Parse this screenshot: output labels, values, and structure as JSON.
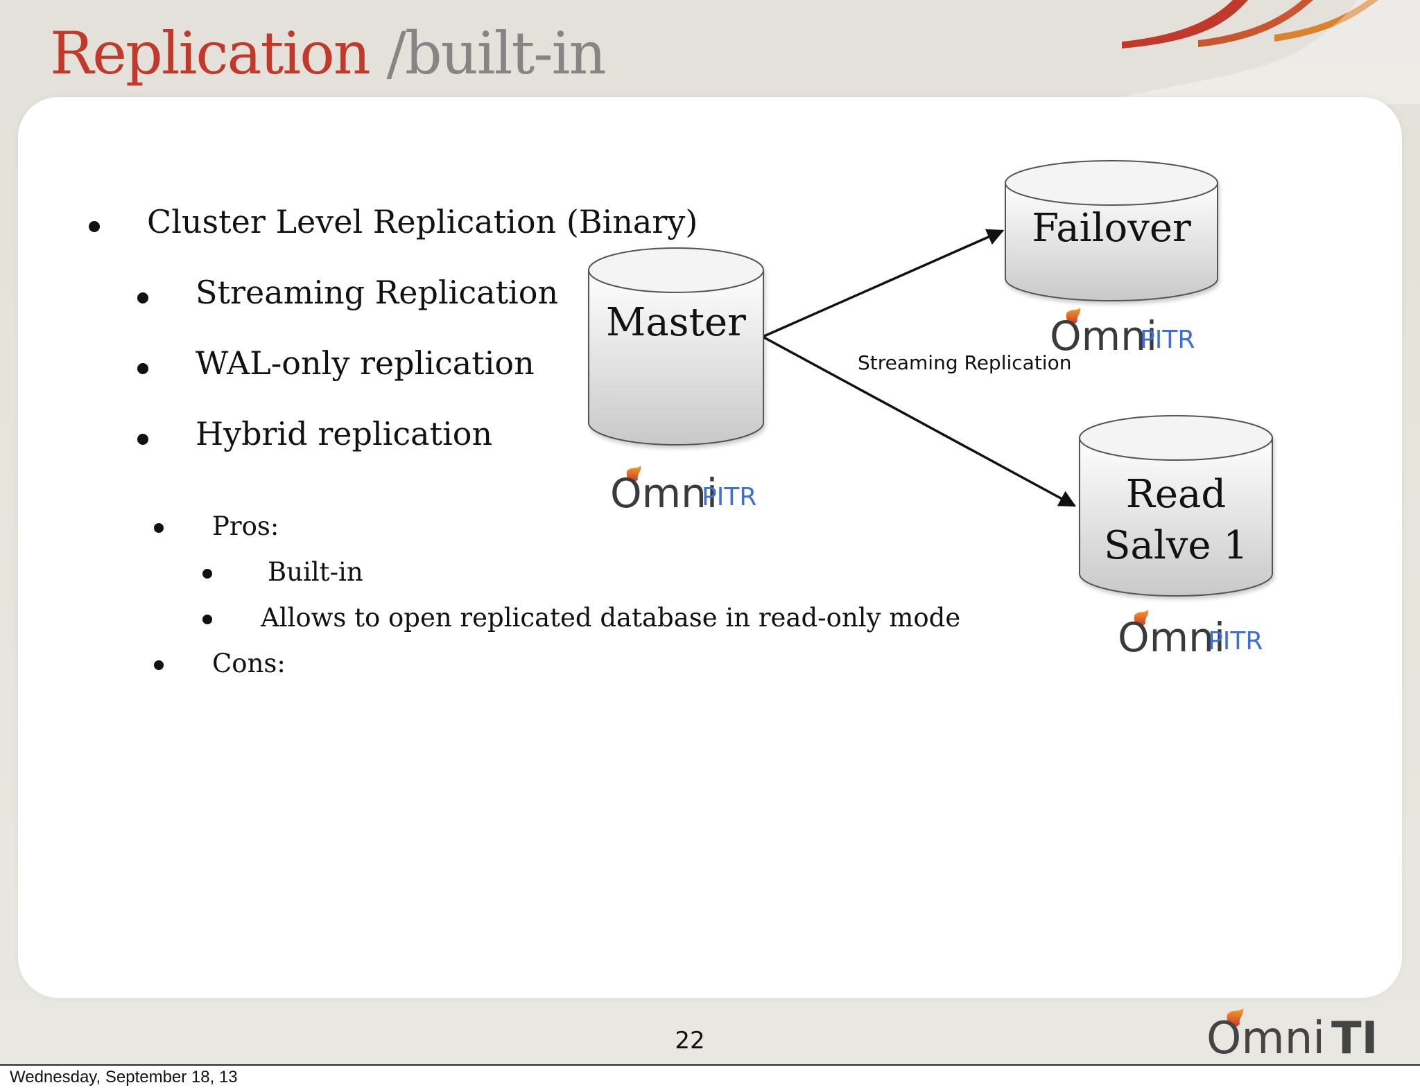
{
  "slide": {
    "title_main": "Replication",
    "title_sub": " /built-in",
    "page_number": "22",
    "footer_date": "Wednesday, September 18, 13",
    "colors": {
      "title_accent": "#c0392b",
      "title_muted": "#858585",
      "pitr_blue": "#3d6fd6"
    }
  },
  "bullets": {
    "cluster": "Cluster Level Replication (Binary)",
    "streaming": "Streaming Replication",
    "wal": "WAL-only replication",
    "hybrid": "Hybrid replication",
    "pros": "Pros:",
    "builtin": "Built-in",
    "allows": "Allows to open replicated database in read-only mode",
    "cons": "Cons:"
  },
  "diagram": {
    "nodes": {
      "master": "Master",
      "failover": "Failover",
      "read_slave_line1": "Read",
      "read_slave_line2": "Salve 1"
    },
    "edges": [
      {
        "from": "master",
        "to": "failover"
      },
      {
        "from": "master",
        "to": "read_slave"
      }
    ],
    "edge_label": "Streaming Replication",
    "logo_omni": "Omni",
    "logo_pitr": "PITR"
  },
  "brand": {
    "logo_omni": "Omni",
    "logo_ti": "TI"
  }
}
